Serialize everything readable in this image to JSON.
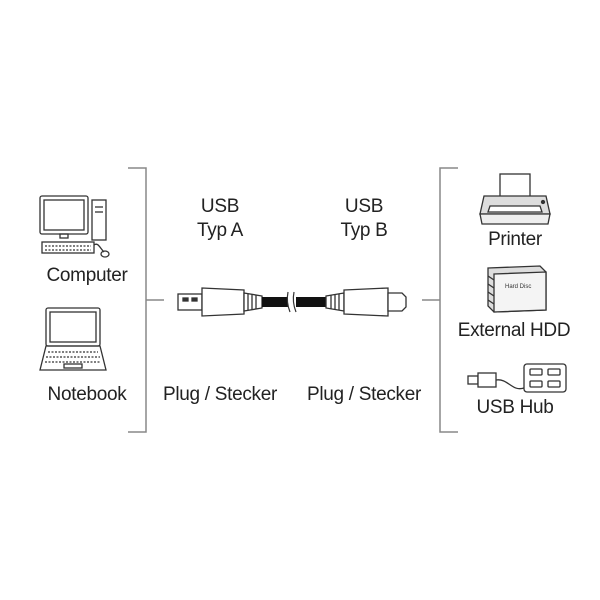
{
  "left_devices": {
    "computer_label": "Computer",
    "notebook_label": "Notebook"
  },
  "connector_a": {
    "line1": "USB",
    "line2": "Typ A",
    "plug_label": "Plug / Stecker"
  },
  "connector_b": {
    "line1": "USB",
    "line2": "Typ B",
    "plug_label": "Plug / Stecker"
  },
  "right_devices": {
    "printer_label": "Printer",
    "hdd_label": "External HDD",
    "hdd_icon_text": "Hard Disc",
    "hub_label": "USB Hub"
  },
  "colors": {
    "line": "#333333",
    "bracket": "#888888",
    "icon_fill": "#e9e9e9"
  }
}
